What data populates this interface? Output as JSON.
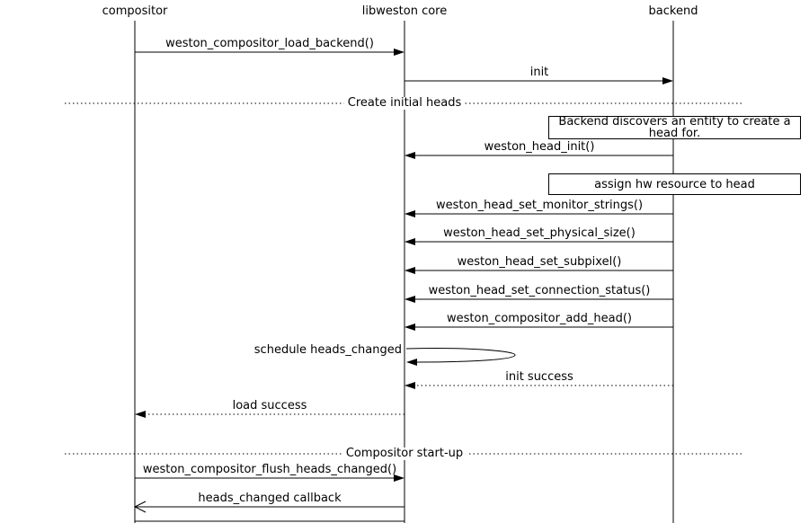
{
  "diagram": {
    "participants": {
      "compositor": "compositor",
      "libweston": "libweston core",
      "backend": "backend"
    },
    "dividers": {
      "create_initial_heads": "Create initial heads",
      "compositor_startup": "Compositor start-up"
    },
    "notes": {
      "backend_discovers": "Backend discovers an entity to create a head for.",
      "assign_hw": "assign hw resource to head"
    },
    "messages": {
      "load_backend": "weston_compositor_load_backend()",
      "init": "init",
      "head_init": "weston_head_init()",
      "set_monitor_strings": "weston_head_set_monitor_strings()",
      "set_physical_size": "weston_head_set_physical_size()",
      "set_subpixel": "weston_head_set_subpixel()",
      "set_connection_status": "weston_head_set_connection_status()",
      "add_head": "weston_compositor_add_head()",
      "schedule_heads_changed": "schedule heads_changed",
      "init_success": "init success",
      "load_success": "load success",
      "flush_heads_changed": "weston_compositor_flush_heads_changed()",
      "heads_changed_callback": "heads_changed callback"
    },
    "colors": {
      "line": "#000000",
      "background": "#ffffff"
    }
  }
}
